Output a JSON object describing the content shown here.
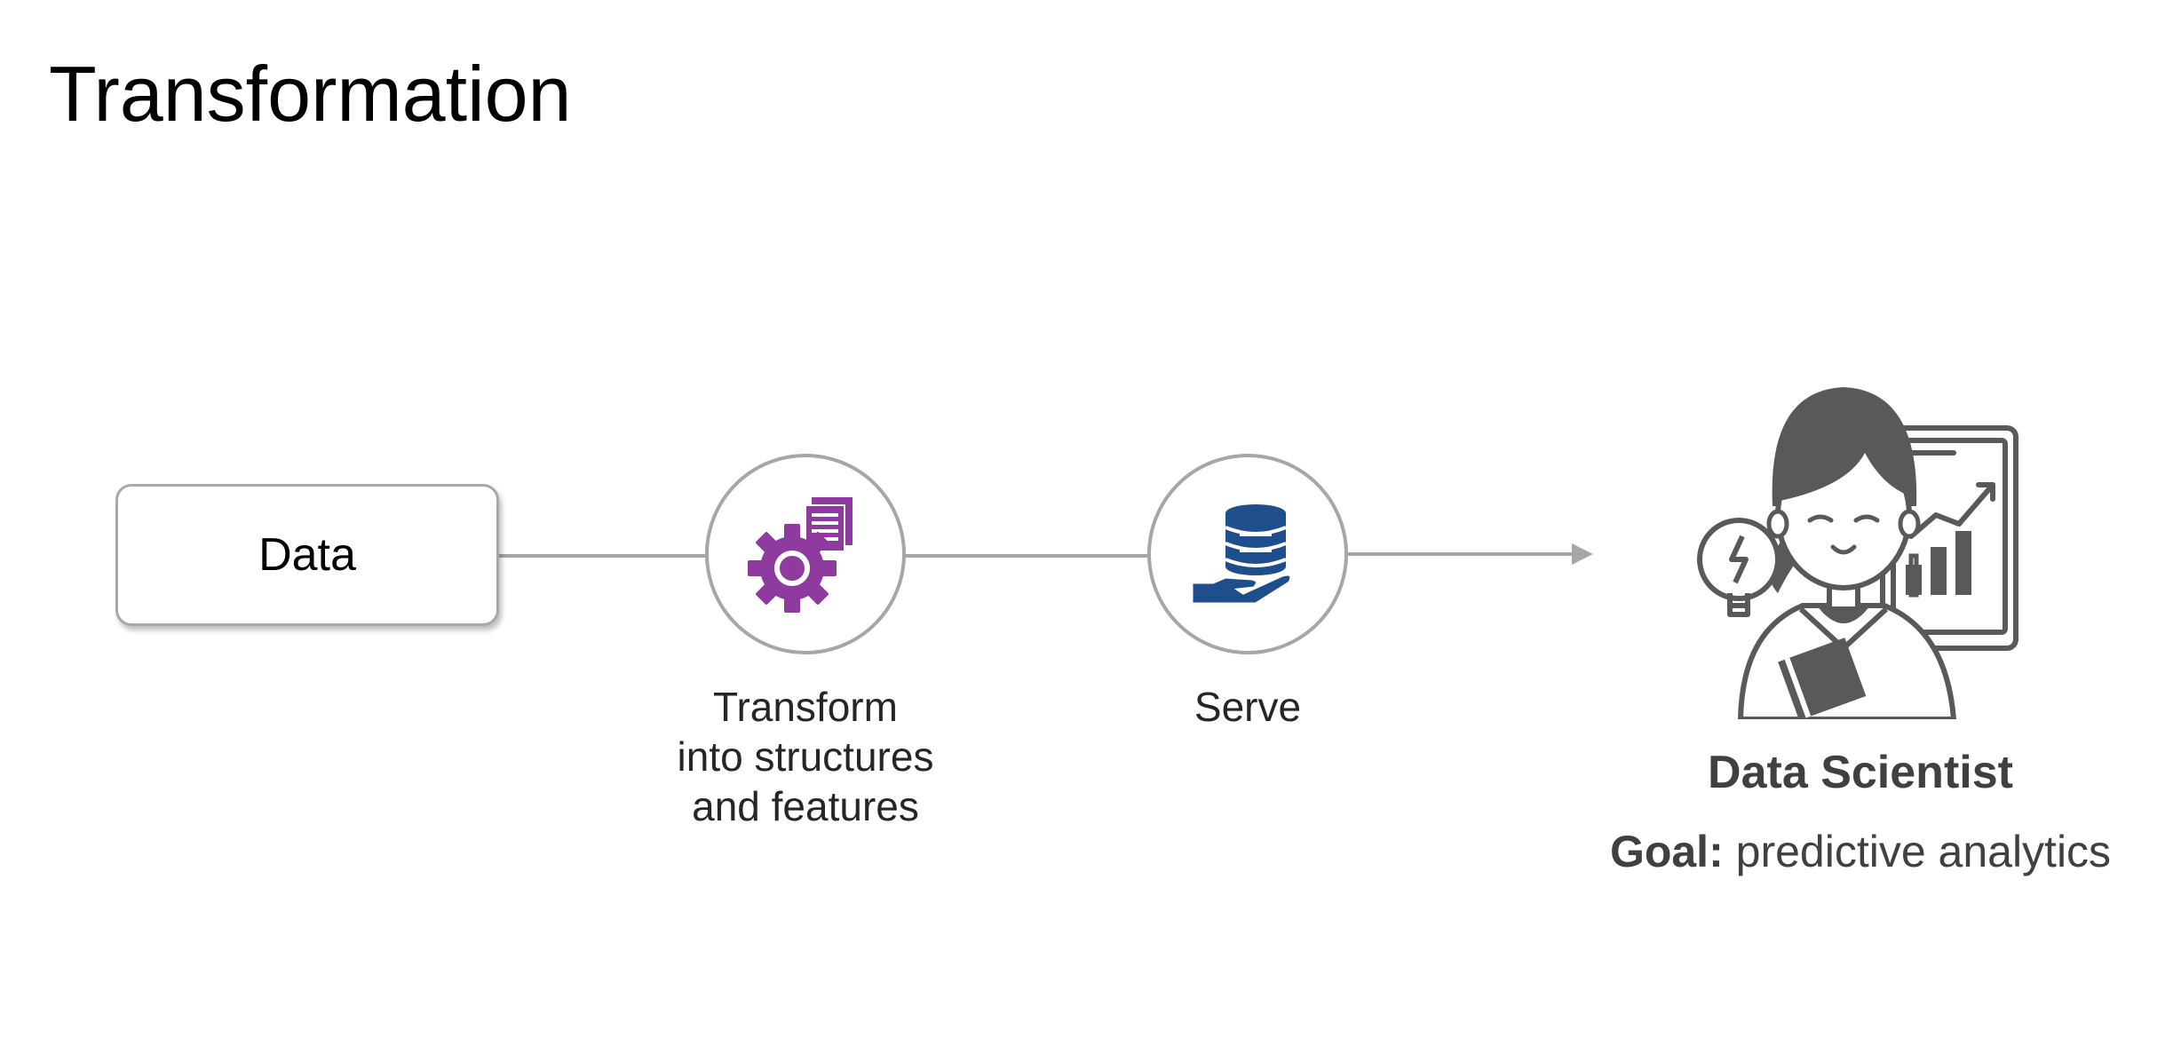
{
  "slide": {
    "title": "Transformation"
  },
  "flow": {
    "source_label": "Data",
    "steps": [
      {
        "icon": "gear-document-icon",
        "icon_color": "#8e3a9e",
        "label_lines": [
          "Transform",
          "into structures",
          "and features"
        ]
      },
      {
        "icon": "hand-database-icon",
        "icon_color": "#1f4e8c",
        "label_lines": [
          "Serve"
        ]
      }
    ]
  },
  "persona": {
    "illustration": "data-scientist-illustration",
    "title": "Data Scientist",
    "goal_prefix": "Goal:",
    "goal_text": "predictive analytics"
  },
  "colors": {
    "connector": "#a6a6a6",
    "text": "#404040",
    "illustration": "#595959"
  }
}
